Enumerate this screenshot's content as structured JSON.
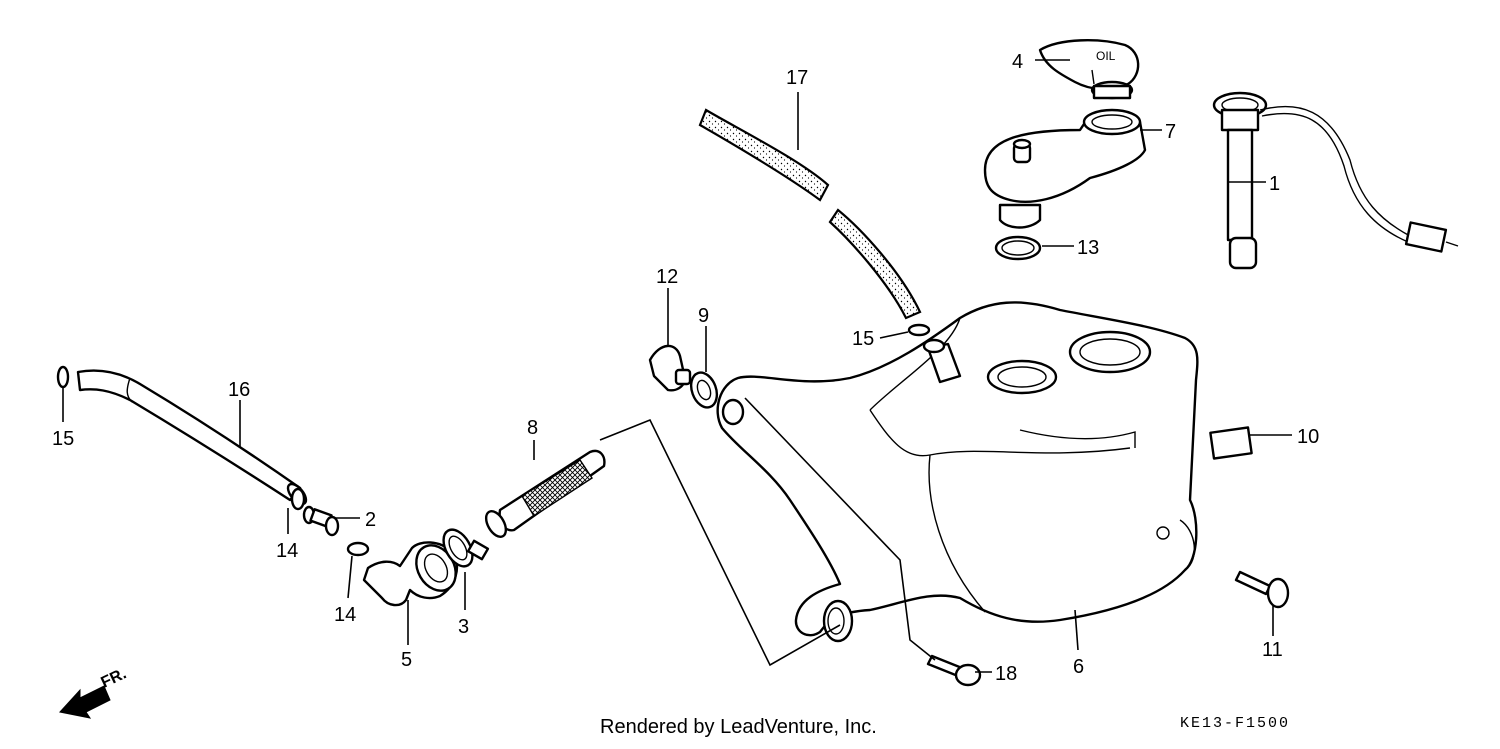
{
  "diagram": {
    "callouts": [
      "1",
      "2",
      "3",
      "4",
      "5",
      "6",
      "7",
      "8",
      "9",
      "10",
      "11",
      "12",
      "13",
      "14",
      "14",
      "15",
      "15",
      "16",
      "17",
      "18"
    ],
    "direction_label": "FR.",
    "credit": "Rendered by LeadVenture, Inc.",
    "drawing_code": "KE13-F1500"
  }
}
